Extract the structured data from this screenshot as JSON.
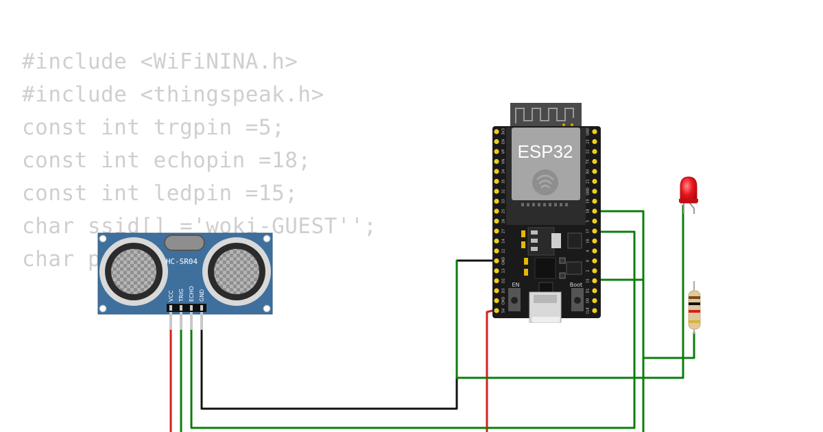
{
  "code_lines": [
    "#include <WiFiNINA.h>",
    "#include <thingspeak.h>",
    "const int trgpin =5;",
    "const int echopin =18;",
    "const int ledpin =15;",
    "char ssid[] ='woki-GUEST'';",
    "char pass[]"
  ],
  "sensor": {
    "label": "HC-SR04",
    "pins": [
      "VCC",
      "TRIG",
      "ECHO",
      "GND"
    ]
  },
  "board": {
    "label": "ESP32",
    "left_pins": [
      "3V3",
      "EN",
      "VP",
      "VN",
      "34",
      "35",
      "32",
      "33",
      "25",
      "26",
      "27",
      "14",
      "12",
      "GND",
      "13",
      "D2",
      "D3",
      "CMD",
      "5V"
    ],
    "right_pins": [
      "GND",
      "23",
      "22",
      "TX",
      "RX",
      "21",
      "GND",
      "19",
      "18",
      "5",
      "17",
      "16",
      "4",
      "0",
      "2",
      "15",
      "D1",
      "D0",
      "CLK"
    ],
    "en_label": "EN",
    "boot_label": "Boot"
  },
  "colors": {
    "wire_green": "#0b7d0b",
    "wire_red": "#d61f1f",
    "wire_black": "#111111",
    "sensor_blue": "#3f6f9d",
    "board_black": "#1a1a1a",
    "pin_gold": "#f2cc1b",
    "led_red": "#e8141a"
  }
}
